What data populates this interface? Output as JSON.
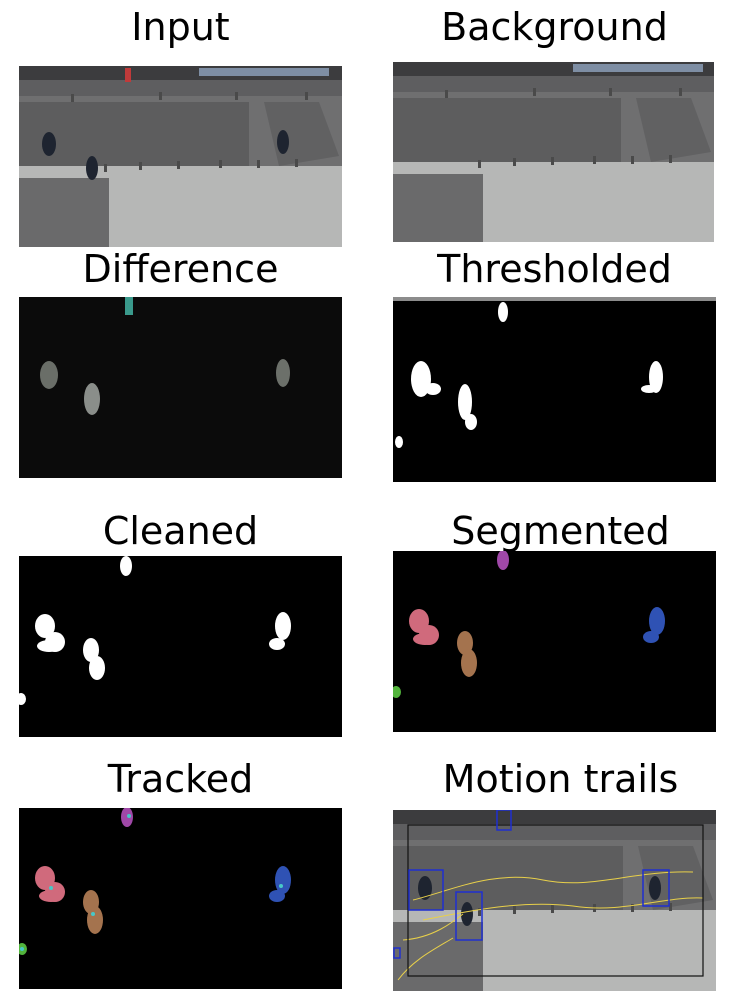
{
  "panels": [
    {
      "id": "input",
      "title": "Input"
    },
    {
      "id": "background",
      "title": "Background"
    },
    {
      "id": "difference",
      "title": "Difference"
    },
    {
      "id": "thresholded",
      "title": "Thresholded"
    },
    {
      "id": "cleaned",
      "title": "Cleaned"
    },
    {
      "id": "segmented",
      "title": "Segmented"
    },
    {
      "id": "tracked",
      "title": "Tracked"
    },
    {
      "id": "motion-trails",
      "title": "Motion trails"
    }
  ],
  "colors": {
    "blob_white": "#ffffff",
    "segment_pink": "#d06a7c",
    "segment_brown": "#a4734e",
    "segment_blue": "#2f52b4",
    "segment_purple": "#a048a8",
    "segment_green": "#52b43c",
    "track_box": "#1f2fd0",
    "trail": "#e8d04a"
  }
}
